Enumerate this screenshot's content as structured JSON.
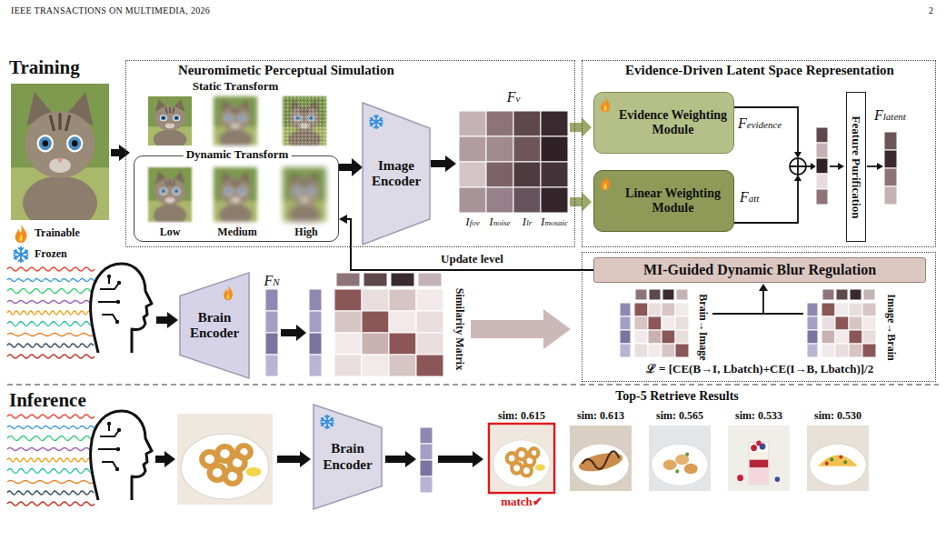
{
  "diagram": {
    "nodes": [
      {
        "text": [
          "Neuromimetic Perceptual Simulation"
        ]
      },
      {
        "text": [
          "Dynamic Transform",
          "Low",
          "Medium",
          "High"
        ],
        "in": 0
      },
      {
        "text": [
          "Image Encoder"
        ],
        "in": 0
      },
      {
        "text": [
          "Evidence-Driven Latent Space Representation"
        ]
      },
      {
        "text": [
          "Evidence Weighting Module"
        ],
        "in": 3
      },
      {
        "text": [
          "Linear Weighting Module"
        ],
        "in": 3
      },
      {
        "text": [
          "Feature Purification"
        ],
        "in": 3
      },
      {
        "text": [
          "Brain Encoder"
        ]
      },
      {
        "text": [
          "ℒ = [CE(B→I, Lbatch)+CE(I→B, Lbatch)]/2"
        ]
      },
      {
        "text": [
          "MI-Guided Dynamic Blur Regulation"
        ],
        "in": 8
      },
      {
        "text": [
          "Brain Encoder"
        ]
      }
    ],
    "edges": [
      {
        "from": 1,
        "to": 2,
        "arrow": "to"
      },
      {
        "from": 9,
        "to": 1,
        "label": "Update level",
        "arrow": "to"
      }
    ],
    "labels": [
      "IEEE TRANSACTIONS ON MULTIMEDIA, 2026",
      "2",
      "Training",
      "Static Transform",
      "Fv",
      "Ifov",
      "Inoise",
      "Ilr",
      "Imosaic",
      "Fevidence",
      "Fatt",
      "Flatent",
      "FN",
      "Similarity Matrix",
      "Brain→Image",
      "Image→Brain",
      "Inference",
      "Top-5 Retrieve Results",
      "sim: 0.615",
      "sim: 0.613",
      "sim: 0.565",
      "sim: 0.533",
      "sim: 0.530",
      "match✔"
    ],
    "legend": [
      {
        "text": "Trainable"
      },
      {
        "text": "Frozen"
      }
    ]
  }
}
